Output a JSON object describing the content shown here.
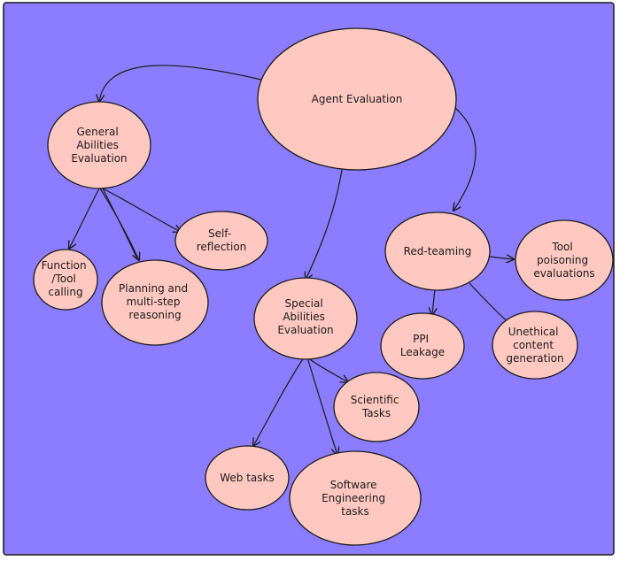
{
  "colors": {
    "background": "#8c7cff",
    "node_fill": "#ffc9c2",
    "stroke": "#1b1b1b"
  },
  "nodes": {
    "agent_evaluation": {
      "lines": [
        "Agent Evaluation"
      ]
    },
    "general_abilities": {
      "lines": [
        "General",
        "Abilities",
        "Evaluation"
      ]
    },
    "function_tool_calling": {
      "lines": [
        "Function",
        "/Tool",
        "calling"
      ]
    },
    "planning_reasoning": {
      "lines": [
        "Planning and",
        "multi-step",
        "reasoning"
      ]
    },
    "self_reflection": {
      "lines": [
        "Self-",
        "reflection"
      ]
    },
    "special_abilities": {
      "lines": [
        "Special",
        "Abilities",
        "Evaluation"
      ]
    },
    "web_tasks": {
      "lines": [
        "Web tasks"
      ]
    },
    "software_engineering": {
      "lines": [
        "Software",
        "Engineering",
        "tasks"
      ]
    },
    "scientific_tasks": {
      "lines": [
        "Scientific",
        "Tasks"
      ]
    },
    "red_teaming": {
      "lines": [
        "Red-teaming"
      ]
    },
    "tool_poisoning": {
      "lines": [
        "Tool",
        "poisoning",
        "evaluations"
      ]
    },
    "ppi_leakage": {
      "lines": [
        "PPI",
        "Leakage"
      ]
    },
    "unethical_content": {
      "lines": [
        "Unethical",
        "content",
        "generation"
      ]
    }
  }
}
